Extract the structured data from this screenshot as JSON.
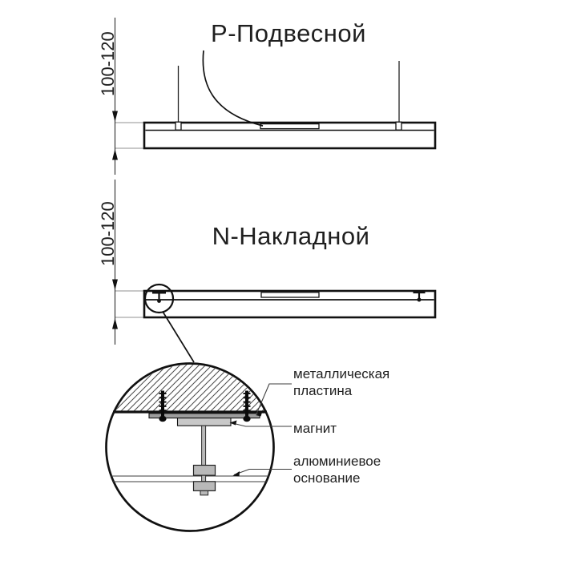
{
  "diagram": {
    "pendant": {
      "title": "Р-Подвесной",
      "dimension": "100-120"
    },
    "surface": {
      "title": "N-Накладной",
      "dimension": "100-120"
    },
    "detail": {
      "labels": {
        "metal_plate": [
          "металлическая",
          "пластина"
        ],
        "magnet": "магнит",
        "aluminum_base": [
          "алюминиевое",
          "основание"
        ]
      }
    },
    "colors": {
      "line": "#111111",
      "plate": "#9c9c9c",
      "magnet": "#c8c8c8",
      "base_part": "#b9b9b9"
    }
  }
}
